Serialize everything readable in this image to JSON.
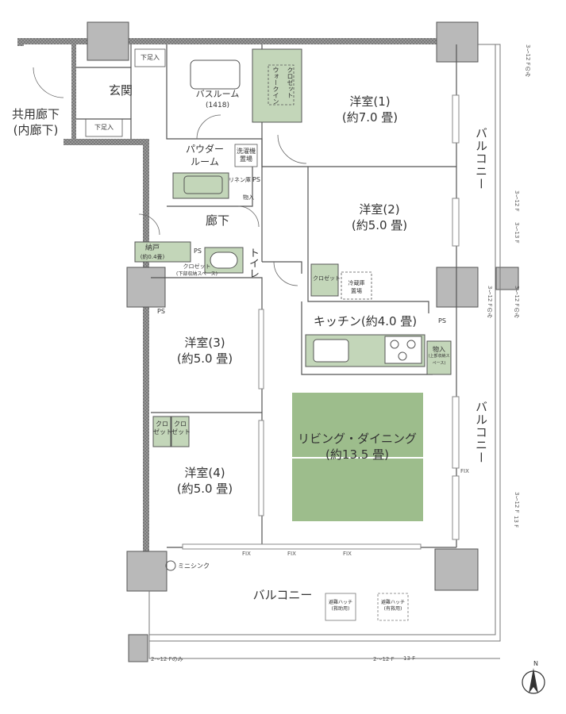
{
  "rooms": {
    "corridor_common": {
      "line1": "共用廊下",
      "line2": "(内廊下)"
    },
    "entrance": "玄関",
    "bathroom": {
      "name": "バスルーム",
      "size": "(1418)"
    },
    "powder_room": {
      "line1": "パウダー",
      "line2": "ルーム"
    },
    "hallway": "廊下",
    "toilet": "トイレ",
    "storage_nando": {
      "name": "納戸",
      "size": "(約0.4畳)"
    },
    "room1": {
      "name": "洋室(1)",
      "size": "(約7.0 畳)"
    },
    "room2": {
      "name": "洋室(2)",
      "size": "(約5.0 畳)"
    },
    "room3": {
      "name": "洋室(3)",
      "size": "(約5.0 畳)"
    },
    "room4": {
      "name": "洋室(4)",
      "size": "(約5.0 畳)"
    },
    "kitchen": "キッチン(約4.0 畳)",
    "living": {
      "name": "リビング・ダイニング",
      "size": "(約13.5 畳)"
    }
  },
  "fixtures": {
    "shoe_storage_top": "下足入",
    "shoe_storage_bottom": "下足入",
    "walkin_closet": {
      "line1": "ウォーク",
      "line2": "イン",
      "line3": "クロゼット"
    },
    "washer": {
      "line1": "洗濯機",
      "line2": "置場"
    },
    "linen": "リネン庫",
    "ps": "PS",
    "storage_small": "物入",
    "closet_storage": {
      "line1": "クロゼット",
      "line2": "(下部収納スペース)"
    },
    "closet_kitchen": "クロゼット",
    "fridge": {
      "line1": "冷蔵庫",
      "line2": "置場"
    },
    "storage_kitchen": {
      "line1": "物入",
      "line2": "(上部収納スペース)"
    },
    "closet_a": {
      "line1": "クロ",
      "line2": "ゼット"
    },
    "closet_b": {
      "line1": "クロ",
      "line2": "ゼット"
    },
    "mini_sink": "ミニシンク",
    "hatch_rescue": {
      "line1": "避難ハッチ",
      "line2": "(救助用)"
    },
    "hatch_escape": {
      "line1": "避難ハッチ",
      "line2": "(有救用)"
    },
    "fix": "FIX"
  },
  "balconies": {
    "right_top": "バルコニー",
    "right_bottom": "バルコニー",
    "bottom": "バルコニー"
  },
  "floor_notes": {
    "n1": "3〜12 Fのみ",
    "n2": "3〜12 F",
    "n3": "3〜13 F",
    "n4": "3〜12 Fのみ",
    "n5": "3〜12 Fのみ",
    "n6": "3〜12 F",
    "n7": "13 F",
    "n8": "2〜12 Fのみ",
    "n9": "2〜12 F",
    "n10": "13 F"
  },
  "compass": "N",
  "colors": {
    "wall": "#8a8a8a",
    "green": "#c3d6b9",
    "line": "#555555",
    "column": "#b9b9b9"
  }
}
